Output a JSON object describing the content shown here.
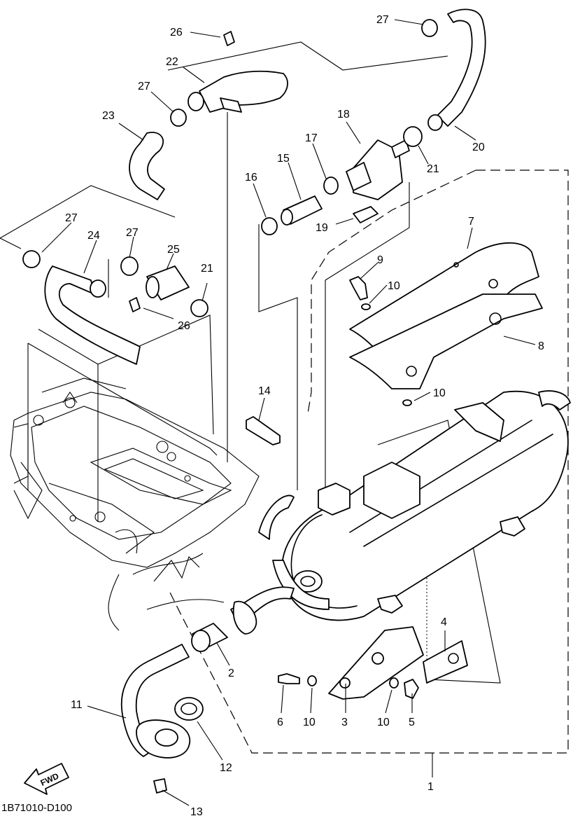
{
  "diagram_code": "1B71010-D100",
  "fwd_label": "FWD",
  "callouts": [
    {
      "id": "c1",
      "text": "1"
    },
    {
      "id": "c2",
      "text": "2"
    },
    {
      "id": "c3",
      "text": "3"
    },
    {
      "id": "c4",
      "text": "4"
    },
    {
      "id": "c5",
      "text": "5"
    },
    {
      "id": "c6",
      "text": "6"
    },
    {
      "id": "c7",
      "text": "7"
    },
    {
      "id": "c8",
      "text": "8"
    },
    {
      "id": "c9",
      "text": "9"
    },
    {
      "id": "c10a",
      "text": "10"
    },
    {
      "id": "c10b",
      "text": "10"
    },
    {
      "id": "c10c",
      "text": "10"
    },
    {
      "id": "c10d",
      "text": "10"
    },
    {
      "id": "c11",
      "text": "11"
    },
    {
      "id": "c12",
      "text": "12"
    },
    {
      "id": "c13",
      "text": "13"
    },
    {
      "id": "c14",
      "text": "14"
    },
    {
      "id": "c15",
      "text": "15"
    },
    {
      "id": "c16",
      "text": "16"
    },
    {
      "id": "c17",
      "text": "17"
    },
    {
      "id": "c18",
      "text": "18"
    },
    {
      "id": "c19",
      "text": "19"
    },
    {
      "id": "c20",
      "text": "20"
    },
    {
      "id": "c21a",
      "text": "21"
    },
    {
      "id": "c21b",
      "text": "21"
    },
    {
      "id": "c22",
      "text": "22"
    },
    {
      "id": "c23",
      "text": "23"
    },
    {
      "id": "c24",
      "text": "24"
    },
    {
      "id": "c25",
      "text": "25"
    },
    {
      "id": "c26a",
      "text": "26"
    },
    {
      "id": "c26b",
      "text": "26"
    },
    {
      "id": "c27a",
      "text": "27"
    },
    {
      "id": "c27b",
      "text": "27"
    },
    {
      "id": "c27c",
      "text": "27"
    },
    {
      "id": "c27d",
      "text": "27"
    }
  ]
}
